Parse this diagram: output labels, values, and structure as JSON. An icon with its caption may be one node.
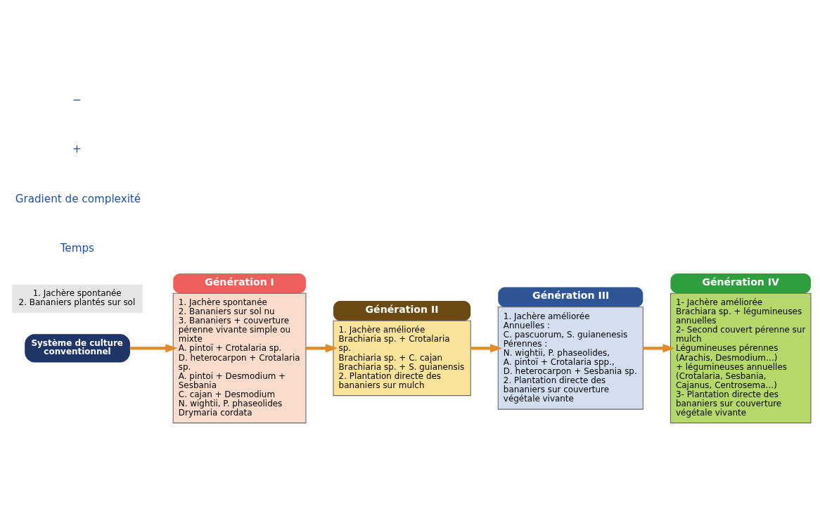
{
  "diagram": {
    "nodes": [
      {
        "text": [
          "Système de culture conventionnel"
        ]
      },
      {
        "text": [
          "1. Jachère spontanée",
          "2. Bananiers plantés sur sol"
        ]
      },
      {
        "text": [
          "Génération I",
          "1. Jachère spontanée",
          "2. Bananiers sur sol nu",
          "3. Bananiers + couverture pérenne vivante simple ou mixte",
          "A. pintoï + Crotalaria sp.",
          "D. heterocarpon + Crotalaria sp.",
          "A. pintoi + Desmodium + Sesbania",
          "C. cajan + Desmodium",
          "N. wightii, P. phaseolides",
          "Drymaria cordata"
        ]
      },
      {
        "text": [
          "Génération II",
          "1. Jachère améliorée",
          "Brachiaria sp. + Crotalaria sp.",
          "Brachiaria sp. + C. cajan",
          "Brachiaria sp. + S. guianensis",
          "2. Plantation directe des bananiers sur mulch"
        ]
      },
      {
        "text": [
          "Génération III",
          "1. Jachère améliorée",
          "Annuelles :",
          "C. pascuorum, S. guianenesis",
          "Pérennes :",
          "N. wightii, P. phaseolides,",
          "A. pintoï + Crotalaria spp.,",
          "D. heterocarpon + Sesbania sp.",
          "2. Plantation directe des bananiers sur couverture végétale vivante"
        ]
      },
      {
        "text": [
          "Génération IV",
          "1- Jachère améliorée",
          "Brachiara sp. + légumineuses annuelles",
          "2- Second couvert pérenne sur mulch",
          "Légumineuses pérennes (Arachis, Desmodium…)",
          "+ légumineuses annuelles (Crotalaria, Sesbania, Cajanus, Centrosema…)",
          "3- Plantation directe des bananiers sur couverture végétale vivante"
        ]
      }
    ],
    "edges": [
      {
        "from": 0,
        "to": 2,
        "arrow": "to"
      },
      {
        "from": 2,
        "to": 3,
        "arrow": "to"
      },
      {
        "from": 3,
        "to": 4,
        "arrow": "to"
      },
      {
        "from": 4,
        "to": 5,
        "arrow": "to"
      }
    ],
    "labels": [
      "Temps",
      "Gradient de complexité",
      "+",
      "−"
    ]
  }
}
